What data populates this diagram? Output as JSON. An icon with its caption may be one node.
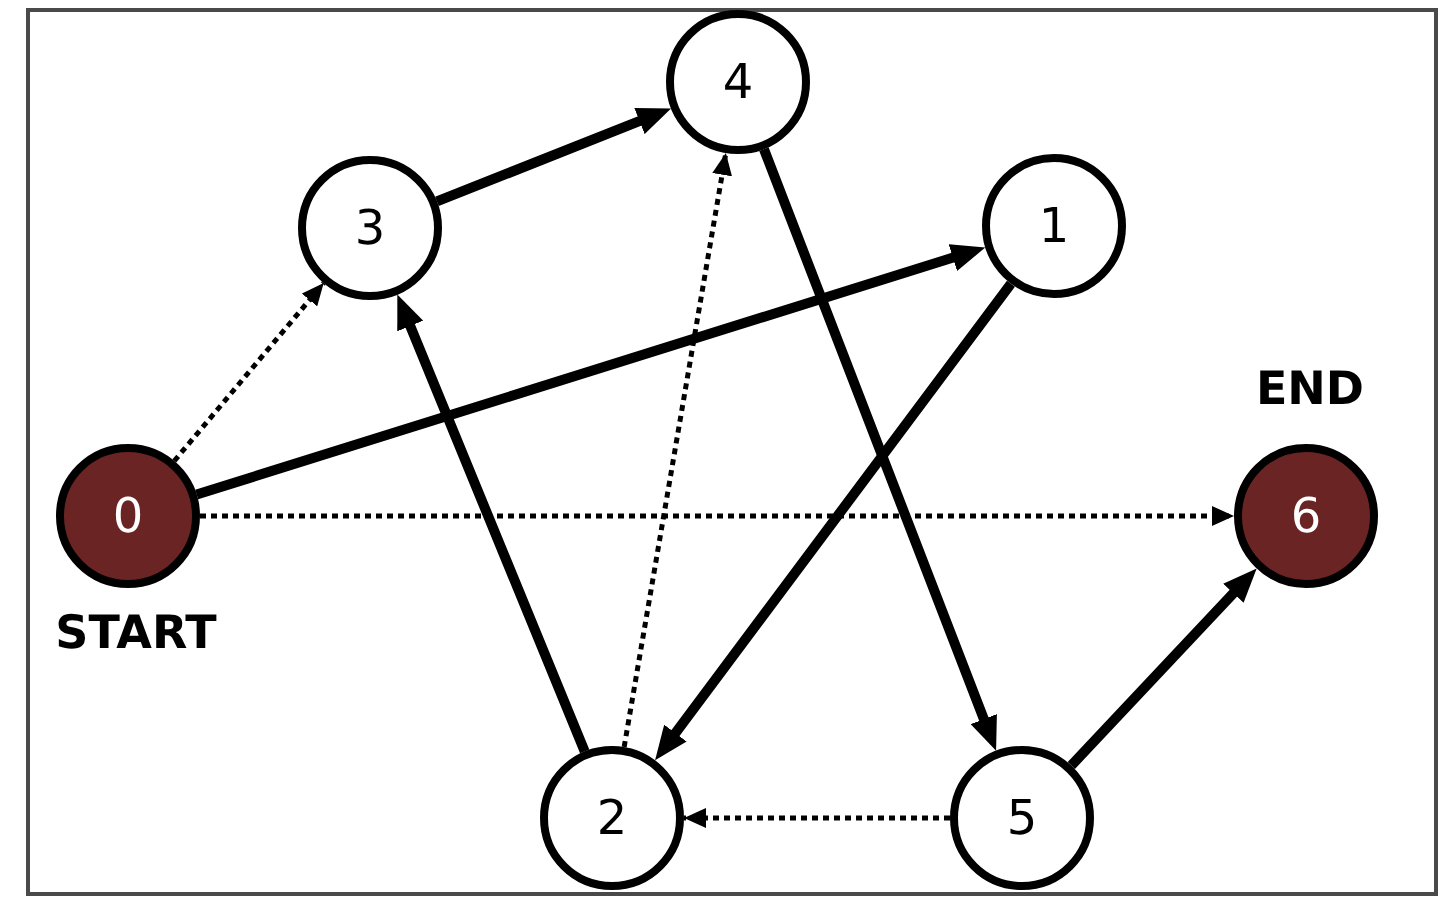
{
  "diagram": {
    "nodes": [
      {
        "text": [
          "4"
        ]
      },
      {
        "text": [
          "3"
        ]
      },
      {
        "text": [
          "1"
        ]
      },
      {
        "text": [
          "0"
        ],
        "beside": [
          "START"
        ]
      },
      {
        "text": [
          "6"
        ],
        "beside": [
          "END"
        ]
      },
      {
        "text": [
          "2"
        ]
      },
      {
        "text": [
          "5"
        ]
      }
    ],
    "edges": [
      {
        "from": 3,
        "to": 1,
        "arrow": "to",
        "style": "dashed"
      },
      {
        "from": 3,
        "to": 2,
        "arrow": "to"
      },
      {
        "from": 3,
        "to": 4,
        "arrow": "to",
        "style": "dashed"
      },
      {
        "from": 1,
        "to": 0,
        "arrow": "to"
      },
      {
        "from": 5,
        "to": 1,
        "arrow": "to"
      },
      {
        "from": 5,
        "to": 0,
        "arrow": "to",
        "style": "dashed"
      },
      {
        "from": 0,
        "to": 6,
        "arrow": "to"
      },
      {
        "from": 2,
        "to": 5,
        "arrow": "to"
      },
      {
        "from": 6,
        "to": 5,
        "arrow": "to",
        "style": "dashed"
      },
      {
        "from": 6,
        "to": 4,
        "arrow": "to"
      }
    ]
  }
}
